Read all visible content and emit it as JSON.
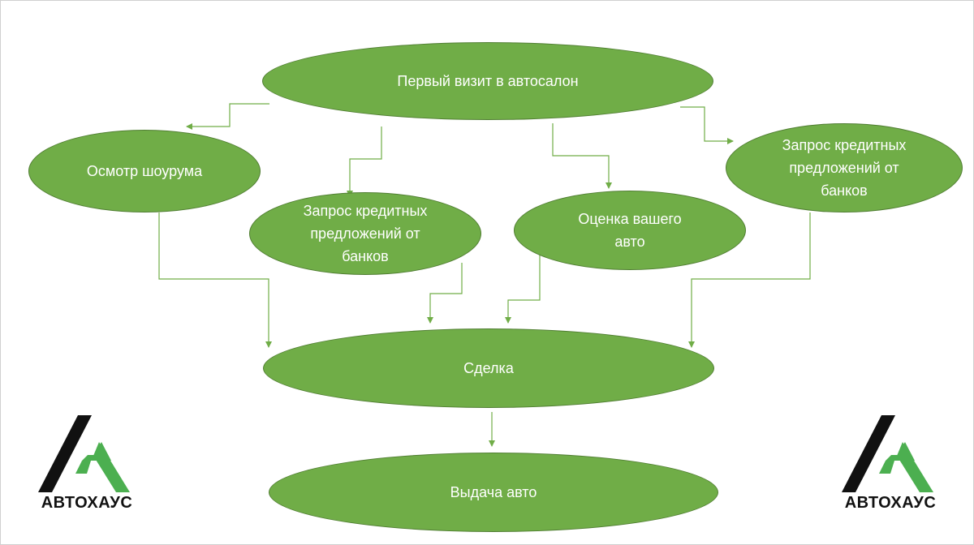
{
  "colors": {
    "node_fill": "#70ad47",
    "node_border": "#507e32",
    "connector": "#70ad47",
    "logo_dark": "#111111",
    "logo_green": "#4caf50"
  },
  "nodes": {
    "first_visit": "Первый визит в автосалон",
    "showroom": "Осмотр шоурума",
    "credit_left": "Запрос кредитных предложений от банков",
    "evaluation": "Оценка вашего авто",
    "credit_right": "Запрос кредитных предложений от банков",
    "deal": "Сделка",
    "delivery": "Выдача авто"
  },
  "logo": {
    "brand": "АВТОХАУС",
    "icon": "avtohaus-logo-icon"
  }
}
